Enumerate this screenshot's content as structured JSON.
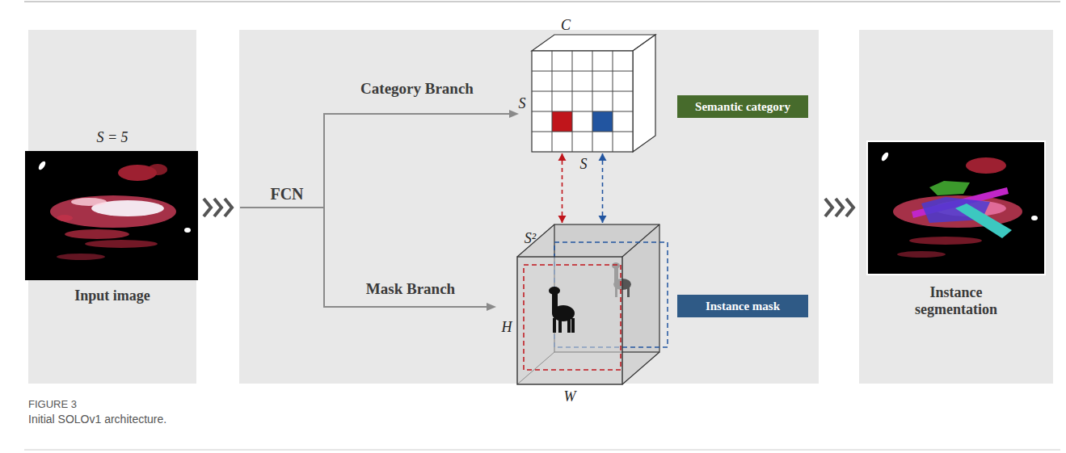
{
  "diagram": {
    "caption": "Initial SOLOv1 architecture.",
    "nodes": [
      {
        "text": [
          "S = 5",
          "Input image"
        ]
      },
      {
        "text": [
          "C",
          "S",
          "S"
        ]
      },
      {
        "text": [
          "S²",
          "H",
          "W"
        ]
      },
      {
        "text": [
          "Semantic category"
        ]
      },
      {
        "text": [
          "Instance mask"
        ]
      },
      {
        "text": [
          "Instance segmentation"
        ]
      }
    ],
    "edges": [
      {
        "from": 1,
        "to": 2,
        "arrow": "both"
      },
      {
        "from": 1,
        "to": 2,
        "arrow": "both"
      }
    ],
    "labels": [
      "FCN",
      "Category Branch",
      "Mask Branch",
      "FIGURE 3"
    ]
  }
}
